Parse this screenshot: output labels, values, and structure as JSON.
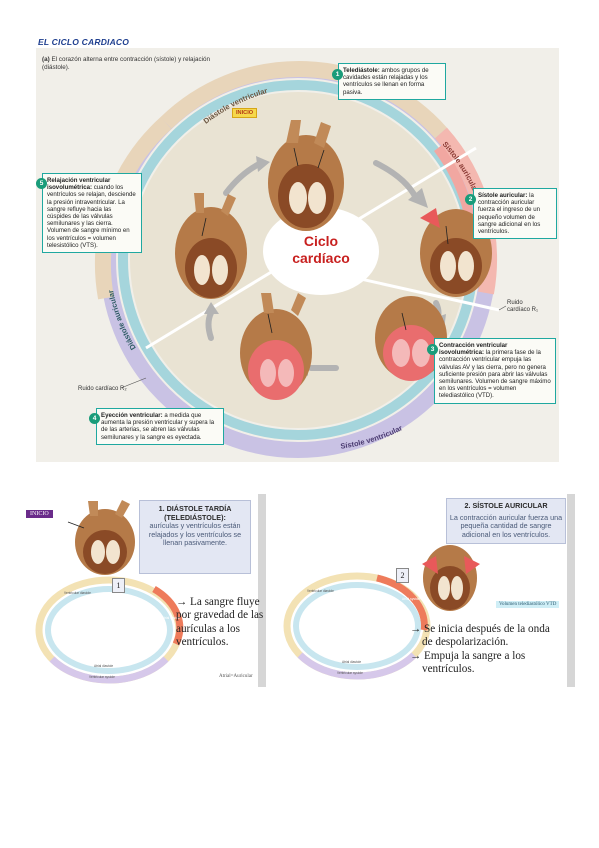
{
  "title": "EL CICLO CARDIACO",
  "figure_a": {
    "caption_label": "(a)",
    "caption_text": "El corazón alterna entre contracción (sístole) y relajación (diástole).",
    "center_line1": "Ciclo",
    "center_line2": "cardíaco",
    "inicio": "INICIO",
    "ring_labels": {
      "diastole_ventricular": "Diástole ventricular",
      "sistole_auricular": "Sístole auricular",
      "diastole_auricular": "Diástole auricular",
      "sistole_ventricular": "Sístole ventricular"
    },
    "ruido_r1_line1": "Ruido",
    "ruido_r1_line2": "cardíaco R₁",
    "ruido_r2": "Ruido cardíaco R₂",
    "steps": [
      {
        "num": "1",
        "title": "Telediástole:",
        "text": " ambos grupos de cavidades están relajadas y los ventrículos se llenan en forma pasiva."
      },
      {
        "num": "2",
        "title": "Sístole auricular:",
        "text": " la contracción auricular fuerza el ingreso de un pequeño volumen de sangre adicional en los ventrículos."
      },
      {
        "num": "3",
        "title": "Contracción ventricular isovolumétrica:",
        "text": " la primera fase de la contracción ventricular empuja las válvulas AV y las cierra, pero no genera suficiente presión para abrir las válvulas semilunares. Volumen de sangre máximo en los ventrículos = volumen telediastólico (VTD)."
      },
      {
        "num": "4",
        "title": "Eyección ventricular:",
        "text": " a medida que aumenta la presión ventricular y supera la de las arterias, se abren las válvulas semilunares y la sangre es eyectada."
      },
      {
        "num": "5",
        "title": "Relajación ventricular isovolumétrica:",
        "text": " cuando los ventrículos se relajan, desciende la presión intraventricular. La sangre refluye hacia las cúspides de las válvulas semilunares y las cierra. Volumen de sangre mínimo en los ventrículos = volumen telesistólico (VTS)."
      }
    ]
  },
  "panel1": {
    "inicio_tag": "INICIO",
    "heading_line1": "1.  DIÁSTOLE TARDÍA",
    "heading_line2": "(TELEDIÁSTOLE):",
    "body": "aurículas y ventrículos están relajados y los ventrículos se llenan pasivamente.",
    "badge": "1",
    "ring_outer_label": "Ventricular diastole",
    "ring_right_label": "Atrial systole",
    "ring_inner_label": "Atrial diastole",
    "ring_bottom_label": "Ventricular systole",
    "text_lines": [
      "→ La sangre fluye",
      "por gravedad de las",
      "aurículas a los",
      "ventrículos."
    ],
    "footnote": "Atrial=Auricular"
  },
  "panel2": {
    "heading": "2. SÍSTOLE AURICULAR",
    "body": "La contracción auricular fuerza una pequeña cantidad de sangre adicional en los ventrículos.",
    "badge": "2",
    "vtd_tag": "Volumen telediastólico VTD",
    "ring_outer_label": "Ventricular diastole",
    "ring_right_label": "Atrial systole",
    "ring_inner_label": "Atrial diastole",
    "ring_bottom_label": "Ventricular systole",
    "text_lines": [
      "→ Se inicia después de la onda",
      "de despolarización.",
      "→ Empuja la sangre a los",
      "ventrículos."
    ]
  }
}
